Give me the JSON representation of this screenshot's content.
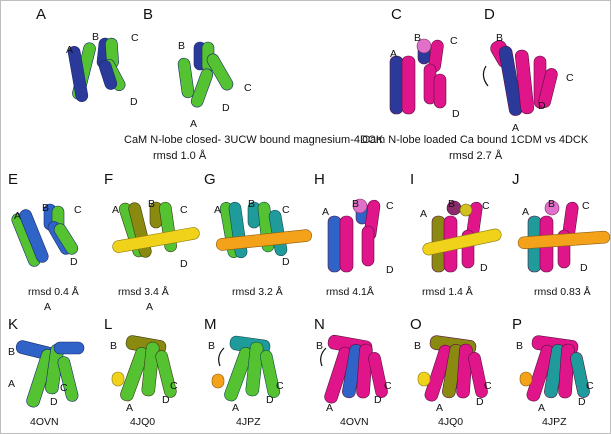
{
  "panels": {
    "A": "A",
    "B": "B",
    "C": "C",
    "D": "D",
    "E": "E",
    "F": "F",
    "G": "G",
    "H": "H",
    "I": "I",
    "J": "J",
    "K": "K",
    "L": "L",
    "M": "M",
    "N": "N",
    "O": "O",
    "P": "P"
  },
  "captions": {
    "left_line1": "CaM N-lobe closed- 3UCW bound magnesium-4DCK",
    "left_line2": "rmsd 1.0 Å",
    "right_line1": "Cam N-lobe loaded Ca bound 1CDM vs 4DCK",
    "right_line2": "rmsd 2.7 Å"
  },
  "rmsd_row": {
    "E": "rmsd 0.4 Å",
    "F": "rmsd 3.4 Å",
    "G": "rmsd 3.2 Å",
    "H": "rmsd 4.1Å",
    "I": "rmsd 1.4 Å",
    "J": "rmsd 0.83 Å"
  },
  "pdb_row": {
    "K": "4OVN",
    "L": "4JQ0",
    "M": "4JPZ",
    "N": "4OVN",
    "O": "4JQ0",
    "P": "4JPZ"
  },
  "helix_labels": {
    "A": "A",
    "B": "B",
    "C": "C",
    "D": "D"
  },
  "colors": {
    "navy": "#2b3a9a",
    "green": "#55c232",
    "magenta": "#e0158a",
    "blue": "#2f63c8",
    "olive": "#8a8a10",
    "teal": "#1f9b9b",
    "yellow": "#f0d21a",
    "orange": "#f3a21a",
    "pink_sphere": "#e070c8"
  }
}
